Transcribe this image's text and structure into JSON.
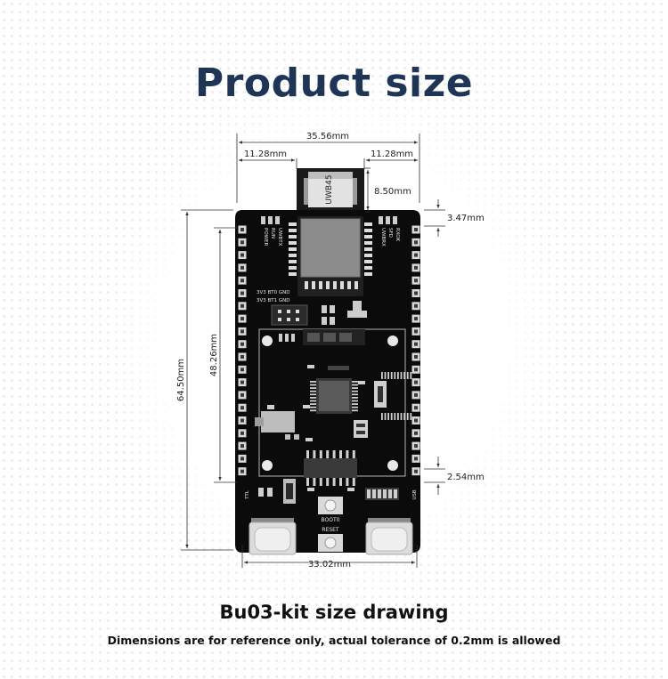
{
  "title": "Product size",
  "caption": "Bu03-kit size drawing",
  "note": "Dimensions are for reference only, actual tolerance of 0.2mm is allowed",
  "dimensions": {
    "total_width": "35.56mm",
    "left_margin": "11.28mm",
    "right_margin": "11.28mm",
    "antenna_height": "8.50mm",
    "top_offset": "3.47mm",
    "board_length": "64.50mm",
    "header_length": "48.26mm",
    "pin_pitch": "2.54mm",
    "header_span": "33.02mm"
  },
  "board": {
    "antenna_label": "UWB45",
    "left_leds": [
      "POWER",
      "RUN",
      "UWBTX"
    ],
    "right_leds": [
      "UWBRX",
      "SFD",
      "RXOK"
    ],
    "jumper_row1": "3V3 BT0 GND",
    "jumper_row2": "3V3 BT1 GND",
    "left_port": "TTL",
    "right_port": "USB",
    "boot_button": "BOOT0",
    "reset_button": "RESET"
  }
}
